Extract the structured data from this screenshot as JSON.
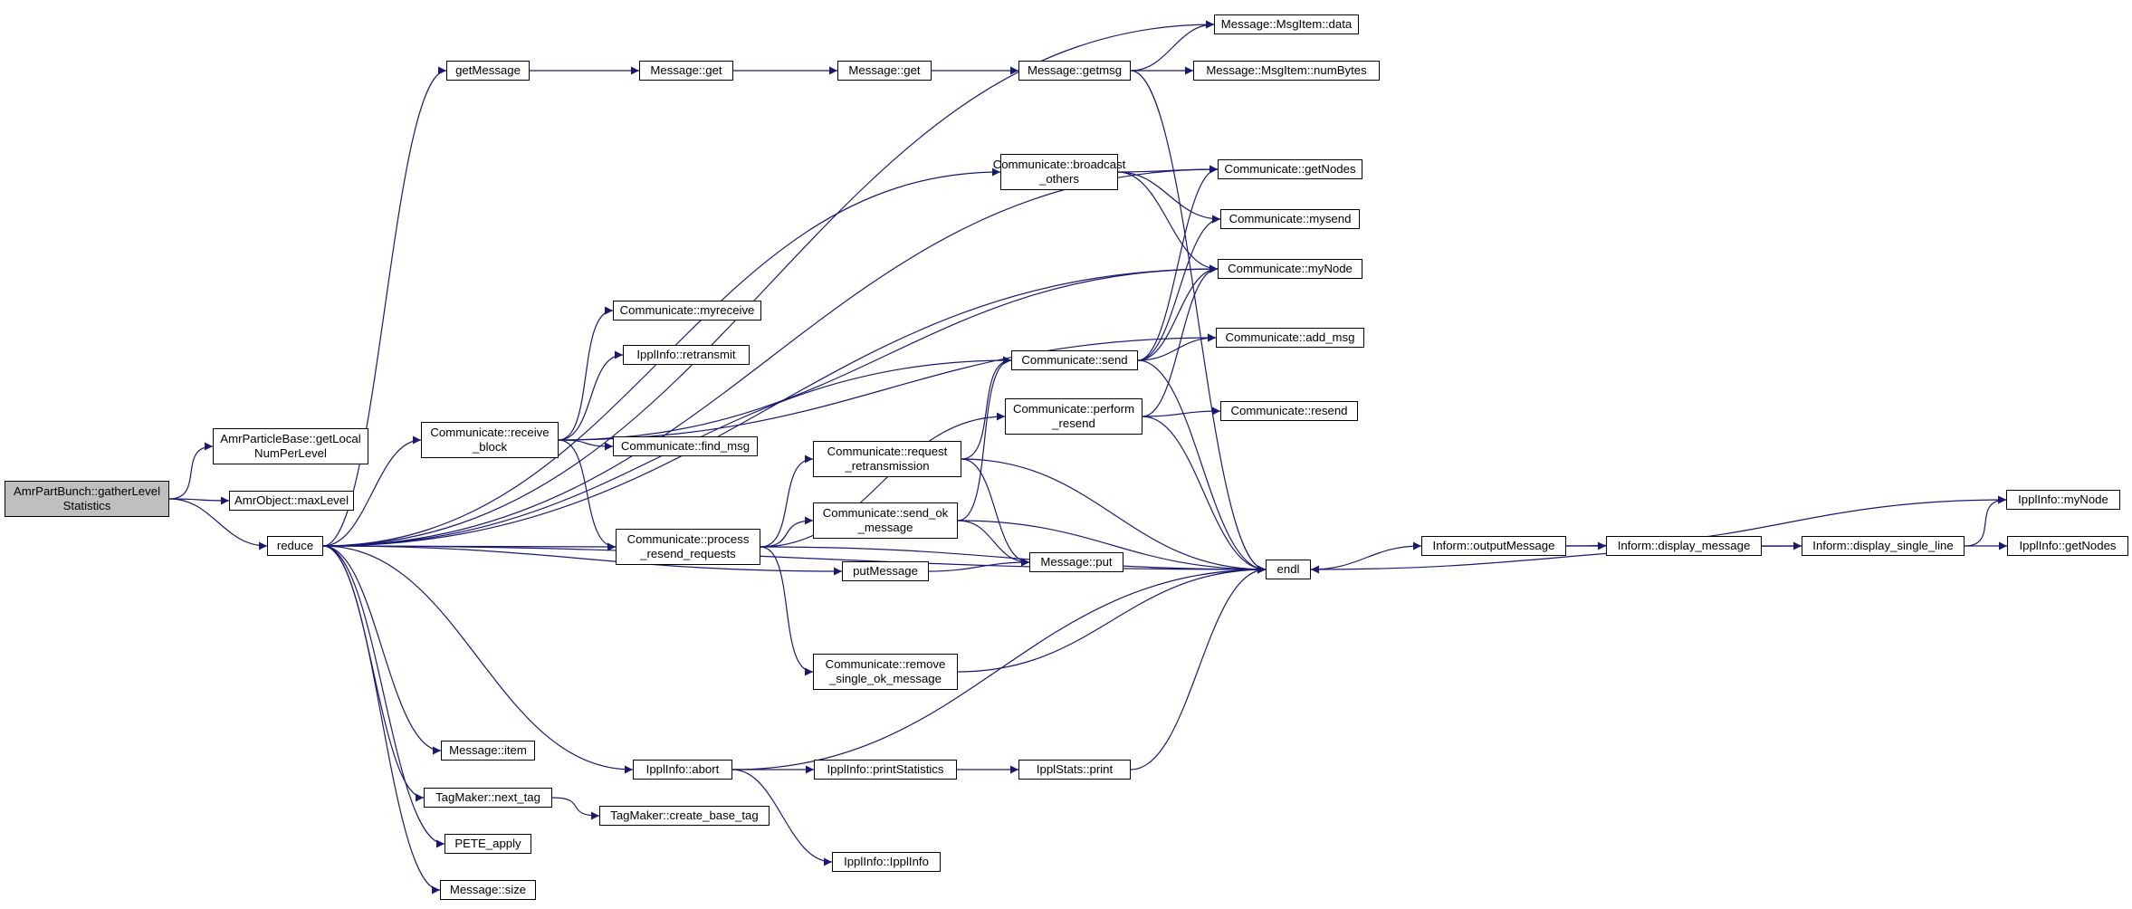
{
  "colors": {
    "edge": "#191970",
    "node_border": "#000000",
    "node_fill": "#ffffff",
    "root_fill": "#bfbfbf"
  },
  "nodes": {
    "root": [
      "AmrPartBunch::gatherLevel",
      "Statistics"
    ],
    "getLocalNumPerLevel": [
      "AmrParticleBase::getLocal",
      "NumPerLevel"
    ],
    "maxLevel": [
      "AmrObject::maxLevel"
    ],
    "reduce": [
      "reduce"
    ],
    "getMessage": [
      "getMessage"
    ],
    "messageGet1": [
      "Message::get"
    ],
    "messageGet2": [
      "Message::get"
    ],
    "getmsg": [
      "Message::getmsg"
    ],
    "msgItemData": [
      "Message::MsgItem::data"
    ],
    "msgItemNumBytes": [
      "Message::MsgItem::numBytes"
    ],
    "broadcastOthers": [
      "Communicate::broadcast",
      "_others"
    ],
    "getNodes": [
      "Communicate::getNodes"
    ],
    "mysend": [
      "Communicate::mysend"
    ],
    "commMyNode": [
      "Communicate::myNode"
    ],
    "addMsg": [
      "Communicate::add_msg"
    ],
    "commSend": [
      "Communicate::send"
    ],
    "myreceive": [
      "Communicate::myreceive"
    ],
    "retransmit": [
      "IpplInfo::retransmit"
    ],
    "receiveBlock": [
      "Communicate::receive",
      "_block"
    ],
    "findMsg": [
      "Communicate::find_msg"
    ],
    "performResend": [
      "Communicate::perform",
      "_resend"
    ],
    "resend": [
      "Communicate::resend"
    ],
    "requestRetransmission": [
      "Communicate::request",
      "_retransmission"
    ],
    "sendOkMessage": [
      "Communicate::send_ok",
      "_message"
    ],
    "processResendRequests": [
      "Communicate::process",
      "_resend_requests"
    ],
    "putMessage": [
      "putMessage"
    ],
    "messagePut": [
      "Message::put"
    ],
    "endl": [
      "endl"
    ],
    "outputMessage": [
      "Inform::outputMessage"
    ],
    "displayMessage": [
      "Inform::display_message"
    ],
    "displaySingleLine": [
      "Inform::display_single_line"
    ],
    "ipplMyNode": [
      "IpplInfo::myNode"
    ],
    "ipplGetNodes": [
      "IpplInfo::getNodes"
    ],
    "removeSingleOk": [
      "Communicate::remove",
      "_single_ok_message"
    ],
    "messageItem": [
      "Message::item"
    ],
    "abort": [
      "IpplInfo::abort"
    ],
    "printStatistics": [
      "IpplInfo::printStatistics"
    ],
    "statsPrint": [
      "IpplStats::print"
    ],
    "nextTag": [
      "TagMaker::next_tag"
    ],
    "createBaseTag": [
      "TagMaker::create_base_tag"
    ],
    "peteApply": [
      "PETE_apply"
    ],
    "ipplInfoCtor": [
      "IpplInfo::IpplInfo"
    ],
    "messageSize": [
      "Message::size"
    ]
  },
  "edges": [
    [
      "root",
      "getLocalNumPerLevel"
    ],
    [
      "root",
      "maxLevel"
    ],
    [
      "root",
      "reduce"
    ],
    [
      "reduce",
      "getMessage"
    ],
    [
      "reduce",
      "msgItemData"
    ],
    [
      "reduce",
      "getNodes"
    ],
    [
      "reduce",
      "broadcastOthers"
    ],
    [
      "reduce",
      "commMyNode"
    ],
    [
      "reduce",
      "receiveBlock"
    ],
    [
      "reduce",
      "commSend"
    ],
    [
      "reduce",
      "processResendRequests"
    ],
    [
      "reduce",
      "putMessage"
    ],
    [
      "reduce",
      "endl"
    ],
    [
      "reduce",
      "messageItem"
    ],
    [
      "reduce",
      "abort"
    ],
    [
      "reduce",
      "nextTag"
    ],
    [
      "reduce",
      "peteApply"
    ],
    [
      "reduce",
      "messageSize"
    ],
    [
      "getMessage",
      "messageGet1"
    ],
    [
      "messageGet1",
      "messageGet2"
    ],
    [
      "messageGet2",
      "getmsg"
    ],
    [
      "getmsg",
      "msgItemData"
    ],
    [
      "getmsg",
      "msgItemNumBytes"
    ],
    [
      "getmsg",
      "endl"
    ],
    [
      "broadcastOthers",
      "getNodes"
    ],
    [
      "broadcastOthers",
      "mysend"
    ],
    [
      "broadcastOthers",
      "commMyNode"
    ],
    [
      "receiveBlock",
      "commMyNode"
    ],
    [
      "receiveBlock",
      "myreceive"
    ],
    [
      "receiveBlock",
      "retransmit"
    ],
    [
      "receiveBlock",
      "addMsg"
    ],
    [
      "receiveBlock",
      "findMsg"
    ],
    [
      "receiveBlock",
      "processResendRequests"
    ],
    [
      "commSend",
      "getNodes"
    ],
    [
      "commSend",
      "mysend"
    ],
    [
      "commSend",
      "commMyNode"
    ],
    [
      "commSend",
      "addMsg"
    ],
    [
      "commSend",
      "endl"
    ],
    [
      "performResend",
      "commMyNode"
    ],
    [
      "performResend",
      "resend"
    ],
    [
      "performResend",
      "endl"
    ],
    [
      "requestRetransmission",
      "commSend"
    ],
    [
      "requestRetransmission",
      "messagePut"
    ],
    [
      "requestRetransmission",
      "endl"
    ],
    [
      "sendOkMessage",
      "commSend"
    ],
    [
      "sendOkMessage",
      "messagePut"
    ],
    [
      "sendOkMessage",
      "endl"
    ],
    [
      "processResendRequests",
      "requestRetransmission"
    ],
    [
      "processResendRequests",
      "sendOkMessage"
    ],
    [
      "processResendRequests",
      "performResend"
    ],
    [
      "processResendRequests",
      "removeSingleOk"
    ],
    [
      "processResendRequests",
      "endl"
    ],
    [
      "putMessage",
      "messagePut"
    ],
    [
      "removeSingleOk",
      "endl"
    ],
    [
      "endl",
      "outputMessage"
    ],
    [
      "outputMessage",
      "displayMessage"
    ],
    [
      "outputMessage",
      "ipplMyNode"
    ],
    [
      "displayMessage",
      "displaySingleLine"
    ],
    [
      "displaySingleLine",
      "ipplMyNode"
    ],
    [
      "displaySingleLine",
      "ipplGetNodes"
    ],
    [
      "displaySingleLine",
      "endl"
    ],
    [
      "abort",
      "printStatistics"
    ],
    [
      "abort",
      "ipplInfoCtor"
    ],
    [
      "abort",
      "endl"
    ],
    [
      "printStatistics",
      "statsPrint"
    ],
    [
      "statsPrint",
      "endl"
    ],
    [
      "nextTag",
      "createBaseTag"
    ]
  ]
}
